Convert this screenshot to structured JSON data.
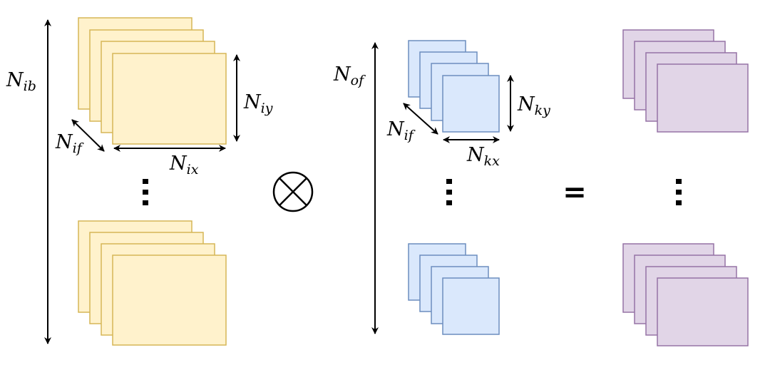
{
  "colors": {
    "input_fill": "#fff2cc",
    "input_stroke": "#d6b656",
    "kernel_fill": "#dae8fc",
    "kernel_stroke": "#6c8ebf",
    "output_fill": "#e1d5e7",
    "output_stroke": "#9673a6"
  },
  "labels": {
    "n_ib": {
      "base": "N",
      "sub": "ib"
    },
    "n_iy": {
      "base": "N",
      "sub": "iy"
    },
    "n_if_input": {
      "base": "N",
      "sub": "if"
    },
    "n_ix": {
      "base": "N",
      "sub": "ix"
    },
    "n_of": {
      "base": "N",
      "sub": "of"
    },
    "n_ky": {
      "base": "N",
      "sub": "ky"
    },
    "n_if_kernel": {
      "base": "N",
      "sub": "if"
    },
    "n_kx": {
      "base": "N",
      "sub": "kx"
    }
  },
  "operator": {
    "equals": "="
  },
  "ellipsis_icon": "vertical-ellipsis-icon",
  "convolution_icon": "circled-times-icon"
}
